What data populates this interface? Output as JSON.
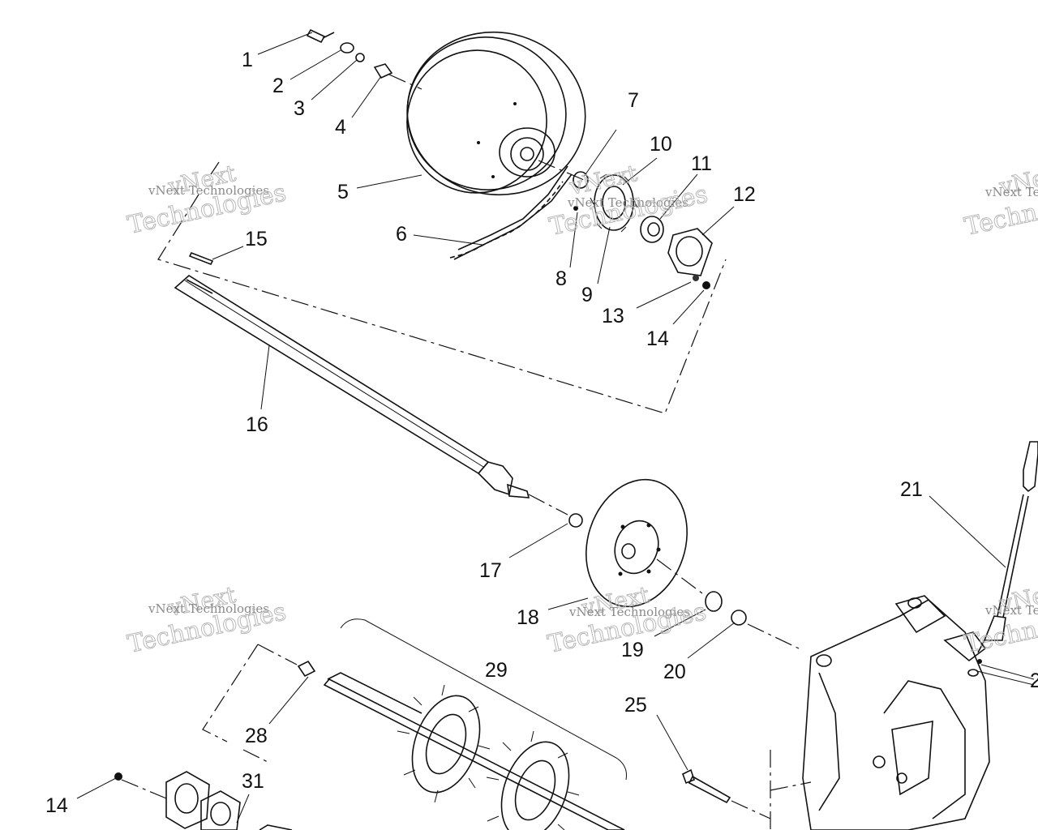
{
  "watermark": {
    "company": "vNext Technologies",
    "brand_top": "vNext",
    "brand_bottom": "Technologies"
  },
  "callouts": [
    "1",
    "2",
    "3",
    "4",
    "5",
    "6",
    "7",
    "8",
    "9",
    "10",
    "11",
    "12",
    "13",
    "14",
    "15",
    "16",
    "17",
    "18",
    "19",
    "20",
    "21",
    "25",
    "28",
    "29",
    "31",
    "14"
  ],
  "colors": {
    "ink": "#111111",
    "watermark": "#b9b9b9"
  }
}
